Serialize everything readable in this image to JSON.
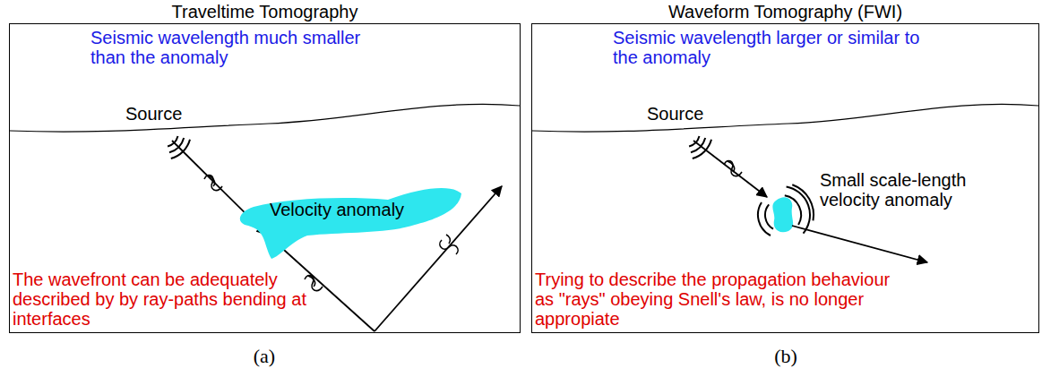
{
  "diagram": {
    "nodes": [
      {
        "text": [
          "Traveltime Tomography",
          "Seismic wavelength much smaller than the anomaly",
          "The wavefront can be adequately described by by ray-paths bending at interfaces"
        ]
      },
      {
        "text": [
          "Velocity anomaly"
        ],
        "in": 0
      },
      {
        "text": [
          "Waveform Tomography (FWI)",
          "Seismic wavelength larger or similar to the anomaly",
          "Trying to describe the propagation behaviour as \"rays\" obeying Snell's law, is no longer appropiate"
        ]
      }
    ],
    "labels": [
      "Source",
      "Source",
      "Small scale-length velocity anomaly",
      "(a)",
      "(b)"
    ]
  }
}
